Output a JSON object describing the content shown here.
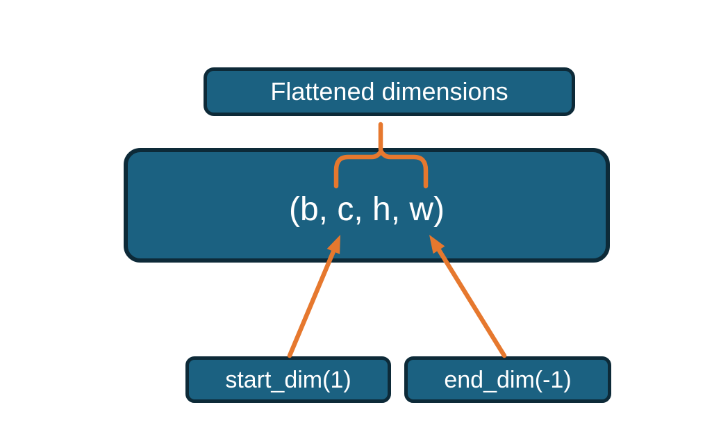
{
  "colors": {
    "background": "#ffffff",
    "node-fill": "#1B6181",
    "node-border": "#0D2A38",
    "accent": "#E6782E",
    "node-text": "#FFFFFF"
  },
  "diagram": {
    "top_label": {
      "text": "Flattened dimensions"
    },
    "tensor_box": {
      "text": "(b, c, h, w)"
    },
    "start_dim_box": {
      "text": "start_dim(1)"
    },
    "end_dim_box": {
      "text": "end_dim(-1)"
    },
    "connectors": {
      "brace": {
        "name": "curly-brace",
        "spans": "c, h"
      },
      "start_arrow": {
        "name": "arrow",
        "points_to": "c"
      },
      "end_arrow": {
        "name": "arrow",
        "points_to": "w"
      }
    }
  }
}
